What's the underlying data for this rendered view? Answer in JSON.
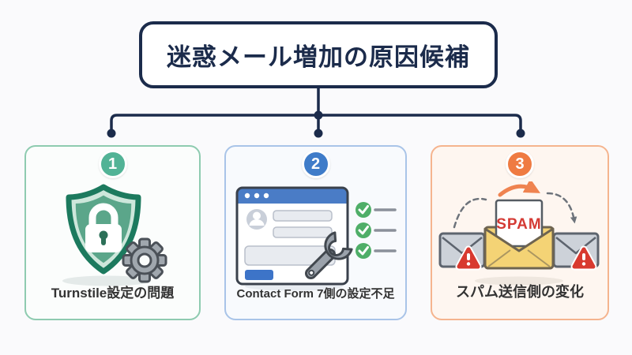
{
  "title": "迷惑メール増加の原因候補",
  "cards": [
    {
      "number": "1",
      "label": "Turnstile設定の問題",
      "accent_color": "#52b396",
      "border_color": "#8ecbb0",
      "background_color": "#fbfdfc",
      "icon": "shield-lock-gear"
    },
    {
      "number": "2",
      "label": "Contact Form 7側の設定不足",
      "accent_color": "#3f7cc9",
      "border_color": "#a9c4e8",
      "background_color": "#f8fafd",
      "icon": "contact-form-wrench-checklist"
    },
    {
      "number": "3",
      "label": "スパム送信側の変化",
      "accent_color": "#ef7b42",
      "border_color": "#f5b48e",
      "background_color": "#fef6f0",
      "icon": "spam-envelopes-arrows"
    }
  ],
  "icon_labels": {
    "spam": "SPAM"
  },
  "colors": {
    "background": "#fafafc",
    "connector_navy": "#1b2b4b",
    "title_text": "#1b2b4b",
    "card_label_text": "#333333",
    "spam_red": "#d43a34",
    "warning_red": "#d8392f",
    "envelope_yellow": "#f4d375",
    "envelope_gray": "#cdd2d9",
    "check_green": "#4fae68",
    "form_blue": "#4a7cc6",
    "gear_gray": "#a0a7ae",
    "shield_green_dark": "#1c7a5e",
    "shield_green_mid": "#5ba68a",
    "orange_arrow": "#ef8350"
  }
}
